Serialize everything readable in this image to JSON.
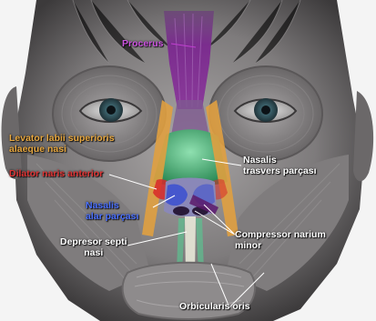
{
  "labels": {
    "procerus": "Procerus",
    "levator_line1": "Levator labii superioris",
    "levator_line2": "alaeque nasi",
    "dilator": "Dilator naris anterior",
    "nasalis_trans_line1": "Nasalis",
    "nasalis_trans_line2": "trasvers parçası",
    "nasalis_alar_line1": "Nasalis",
    "nasalis_alar_line2": "alar parçası",
    "compressor_line1": "Compressor narium",
    "compressor_line2": "minor",
    "depresor_line1": "Depresor septi",
    "depresor_line2": "nasi",
    "orbicularis": "Orbicularis oris"
  },
  "colors": {
    "procerus": "#7b2d8e",
    "levator": "#e0a040",
    "dilator": "#d8282a",
    "nasalis_transverse": "#2e8b57",
    "nasalis_alar": "#3a4fd0",
    "compressor": "#5a1a6a",
    "depressor": "#e8e8d8",
    "orbicularis": "#c8c8c8",
    "label_white": "#ffffff"
  }
}
